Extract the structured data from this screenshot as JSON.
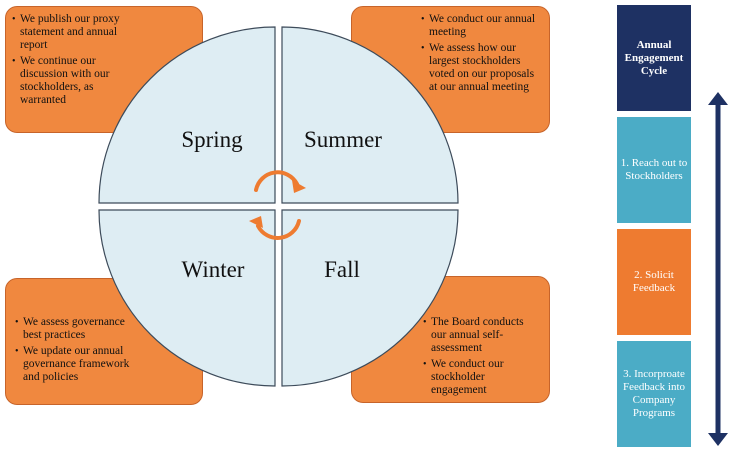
{
  "seasons": {
    "spring": {
      "label": "Spring",
      "items": [
        "We publish our proxy statement and annual report",
        "We continue our discussion with our stockholders, as warranted"
      ]
    },
    "summer": {
      "label": "Summer",
      "items": [
        "We conduct our annual meeting",
        "We assess how our largest stockholders voted on our proposals at our annual meeting"
      ]
    },
    "winter": {
      "label": "Winter",
      "items": [
        "We assess governance best practices",
        "We update our annual governance framework and policies"
      ]
    },
    "fall": {
      "label": "Fall",
      "items": [
        "The Board conducts our annual self-assessment",
        "We conduct our stockholder engagement"
      ]
    }
  },
  "engagement": {
    "title": "Annual Engagement Cycle",
    "steps": [
      "1. Reach out to Stockholders",
      "2. Solicit Feedback",
      "3. Incorproate Feedback into Company Programs"
    ]
  },
  "colors": {
    "box_orange": "#f0883f",
    "circle_fill": "#deedf3",
    "navy": "#1e3163",
    "teal": "#4bacc6",
    "step_orange": "#ee7b30",
    "cycle_arrow": "#ee7b30"
  }
}
